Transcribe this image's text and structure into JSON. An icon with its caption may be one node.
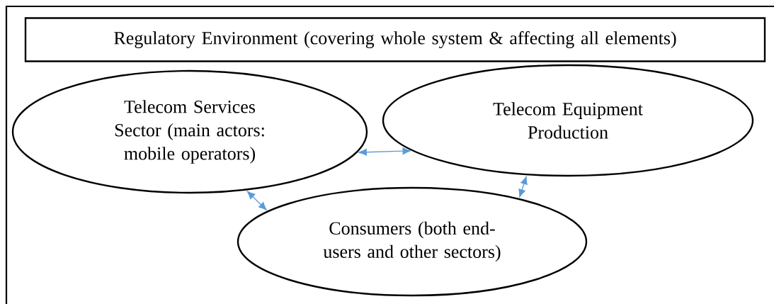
{
  "diagram": {
    "nodes": [
      {
        "text": [
          "Regulatory Environment (covering whole system & affecting all elements)"
        ]
      },
      {
        "text": [
          "Telecom Services Sector (main actors: mobile operators)"
        ]
      },
      {
        "text": [
          "Telecom Equipment Production"
        ]
      },
      {
        "text": [
          "Consumers (both end-users and other sectors)"
        ]
      }
    ],
    "edges": [
      {
        "from": 1,
        "to": 2,
        "arrow": "both"
      },
      {
        "from": 1,
        "to": 3,
        "arrow": "both"
      },
      {
        "from": 2,
        "to": 3,
        "arrow": "both"
      }
    ]
  }
}
